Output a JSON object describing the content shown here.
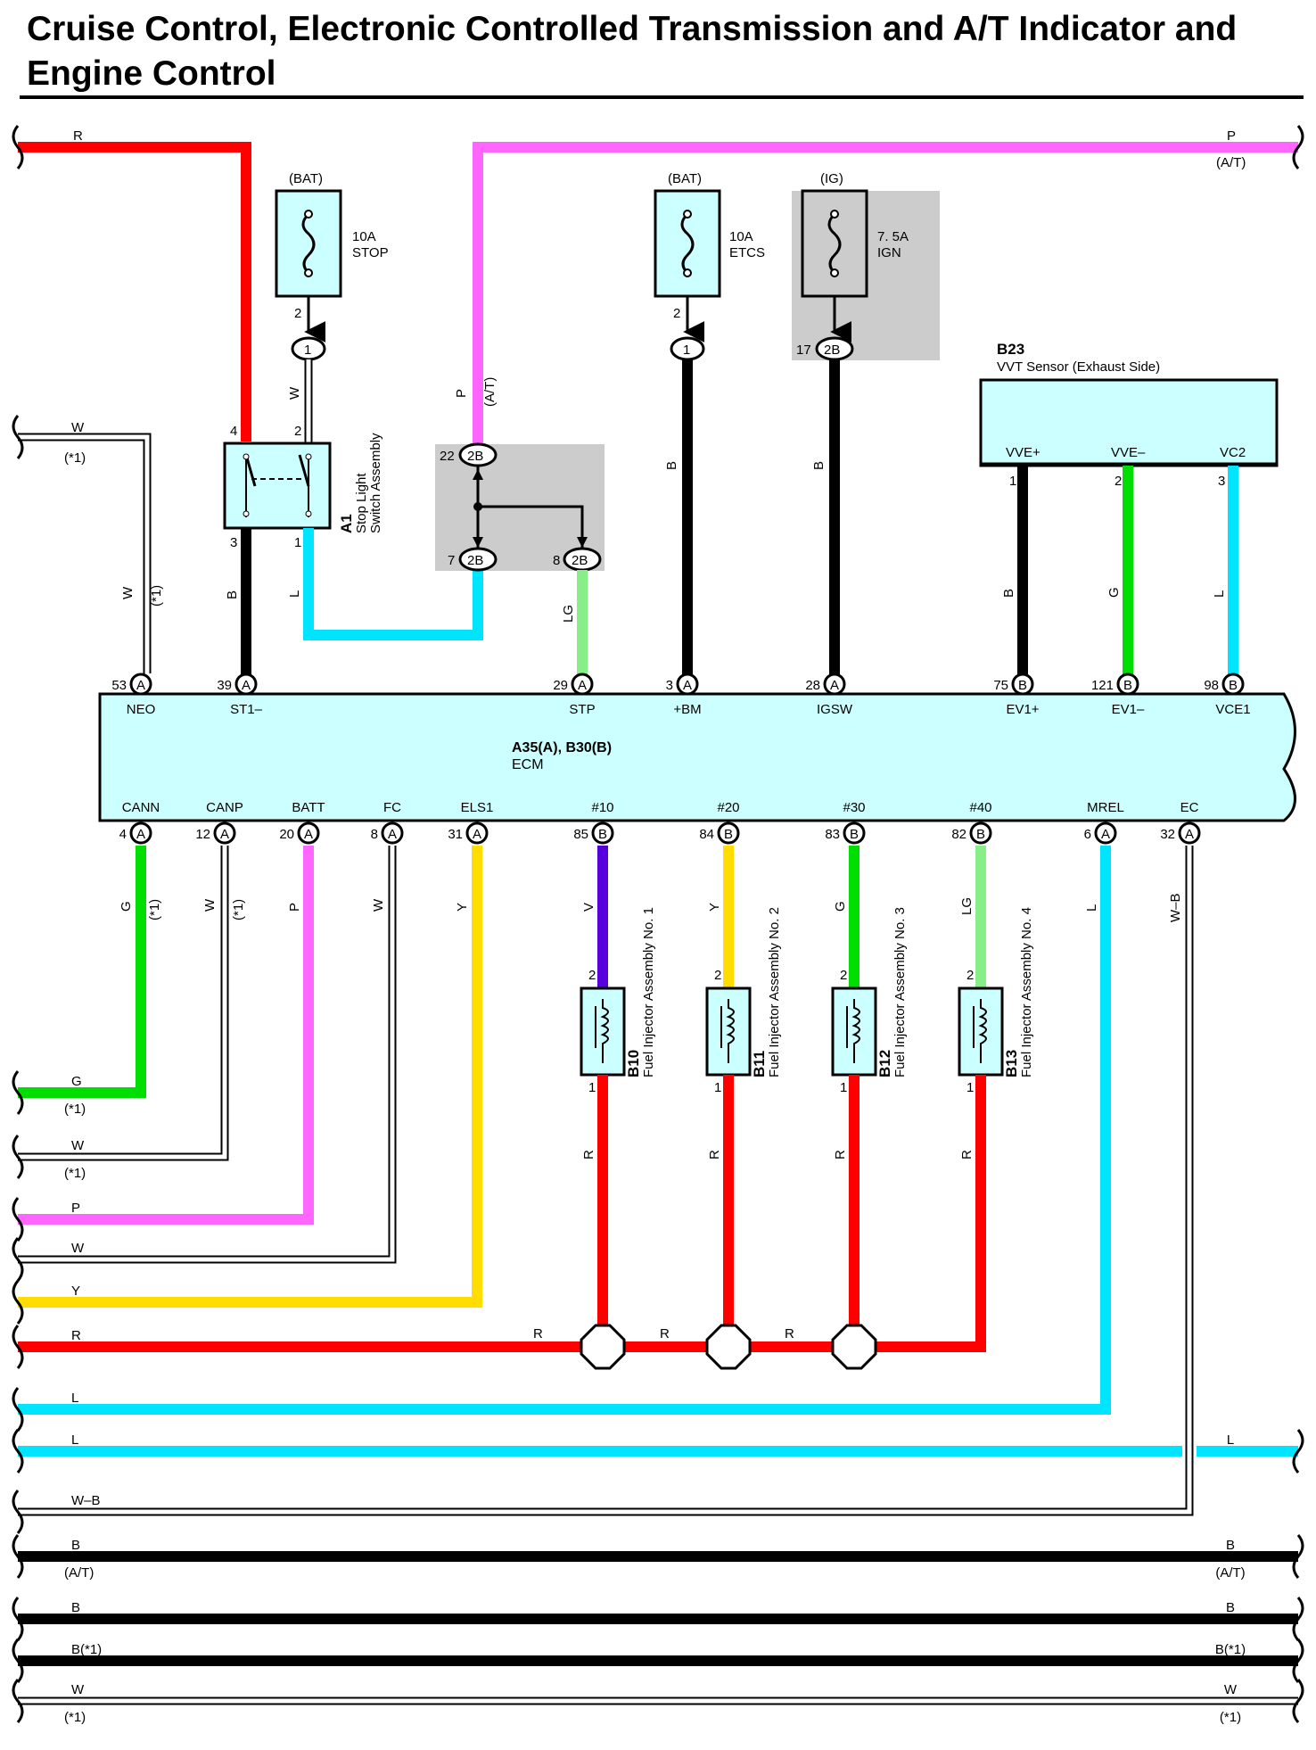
{
  "title": "Cruise Control, Electronic Controlled Transmission and A/T Indicator and Engine Control",
  "colors": {
    "R": "#ff0000",
    "P": "#ff66ff",
    "W": "#ffffff",
    "B": "#000000",
    "L": "#00e5ff",
    "G": "#00dd00",
    "LG": "#88ee88",
    "Y": "#ffdd00",
    "V": "#5500dd",
    "component_fill": "#ccffff",
    "splice_region": "#cccccc"
  },
  "top_wires": {
    "r_label": "R",
    "p_label": "P",
    "p_note": "(A/T)",
    "w_label": "W",
    "w_note": "(*1)"
  },
  "fuses": {
    "stop": {
      "source": "(BAT)",
      "rating": "10A",
      "name": "STOP",
      "pin": "2",
      "connector": "1",
      "wire": "W"
    },
    "etcs": {
      "source": "(BAT)",
      "rating": "10A",
      "name": "ETCS",
      "pin": "2",
      "connector": "1",
      "wire": "B"
    },
    "ign": {
      "source": "(IG)",
      "rating": "7. 5A",
      "name": "IGN",
      "pin": "17",
      "connector": "2B",
      "wire": "B"
    }
  },
  "stop_switch": {
    "id": "A1",
    "name": "Stop Light Switch Assembly",
    "pins": {
      "top_left": "4",
      "top_right": "2",
      "bottom_left": "3",
      "bottom_right": "1"
    },
    "wire_left": "B",
    "wire_right": "L"
  },
  "junction": {
    "wire_label": "P",
    "wire_note": "(A/T)",
    "pin_top": "22",
    "conn_top": "2B",
    "pin_bl": "7",
    "conn_bl": "2B",
    "pin_br": "8",
    "conn_br": "2B",
    "wire_out": "LG"
  },
  "vvt_sensor": {
    "id": "B23",
    "name": "VVT Sensor (Exhaust Side)",
    "pins": [
      {
        "name": "VVE+",
        "num": "1",
        "wire": "B"
      },
      {
        "name": "VVE–",
        "num": "2",
        "wire": "G"
      },
      {
        "name": "VC2",
        "num": "3",
        "wire": "L"
      }
    ]
  },
  "ecm": {
    "id": "A35(A), B30(B)",
    "name": "ECM",
    "left_wire": {
      "label": "W",
      "note": "(*1)"
    },
    "top_pins": [
      {
        "num": "53",
        "conn": "A",
        "name": "NEO"
      },
      {
        "num": "39",
        "conn": "A",
        "name": "ST1–"
      },
      {
        "num": "29",
        "conn": "A",
        "name": "STP"
      },
      {
        "num": "3",
        "conn": "A",
        "name": "+BM"
      },
      {
        "num": "28",
        "conn": "A",
        "name": "IGSW"
      },
      {
        "num": "75",
        "conn": "B",
        "name": "EV1+"
      },
      {
        "num": "121",
        "conn": "B",
        "name": "EV1–"
      },
      {
        "num": "98",
        "conn": "B",
        "name": "VCE1"
      }
    ],
    "bottom_pins": [
      {
        "num": "4",
        "conn": "A",
        "name": "CANN",
        "wire": "G",
        "note": "(*1)"
      },
      {
        "num": "12",
        "conn": "A",
        "name": "CANP",
        "wire": "W",
        "note": "(*1)"
      },
      {
        "num": "20",
        "conn": "A",
        "name": "BATT",
        "wire": "P",
        "note": ""
      },
      {
        "num": "8",
        "conn": "A",
        "name": "FC",
        "wire": "W",
        "note": ""
      },
      {
        "num": "31",
        "conn": "A",
        "name": "ELS1",
        "wire": "Y",
        "note": ""
      },
      {
        "num": "85",
        "conn": "B",
        "name": "#10",
        "wire": "V",
        "note": ""
      },
      {
        "num": "84",
        "conn": "B",
        "name": "#20",
        "wire": "Y",
        "note": ""
      },
      {
        "num": "83",
        "conn": "B",
        "name": "#30",
        "wire": "G",
        "note": ""
      },
      {
        "num": "82",
        "conn": "B",
        "name": "#40",
        "wire": "LG",
        "note": ""
      },
      {
        "num": "6",
        "conn": "A",
        "name": "MREL",
        "wire": "L",
        "note": ""
      },
      {
        "num": "32",
        "conn": "A",
        "name": "EC",
        "wire": "W–B",
        "note": ""
      }
    ]
  },
  "injectors": [
    {
      "id": "B10",
      "name": "Fuel Injector Assembly No. 1",
      "pin_top": "2",
      "pin_bottom": "1",
      "wire": "R"
    },
    {
      "id": "B11",
      "name": "Fuel Injector Assembly No. 2",
      "pin_top": "2",
      "pin_bottom": "1",
      "wire": "R"
    },
    {
      "id": "B12",
      "name": "Fuel Injector Assembly No. 3",
      "pin_top": "2",
      "pin_bottom": "1",
      "wire": "R"
    },
    {
      "id": "B13",
      "name": "Fuel Injector Assembly No. 4",
      "pin_top": "2",
      "pin_bottom": "1",
      "wire": "R"
    }
  ],
  "bottom_bus": [
    {
      "label": "G",
      "note": "(*1)"
    },
    {
      "label": "W",
      "note": "(*1)"
    },
    {
      "label": "P",
      "note": ""
    },
    {
      "label": "W",
      "note": ""
    },
    {
      "label": "Y",
      "note": ""
    },
    {
      "label": "R",
      "note": ""
    },
    {
      "label": "L",
      "note": ""
    },
    {
      "label": "L",
      "note": "",
      "right_label": "L"
    },
    {
      "label": "W–B",
      "note": ""
    },
    {
      "label": "B",
      "note": "(A/T)",
      "right_label": "B",
      "right_note": "(A/T)"
    },
    {
      "label": "B",
      "note": "",
      "right_label": "B",
      "right_note": ""
    },
    {
      "label": "B(*1)",
      "note": "",
      "right_label": "B(*1)",
      "right_note": ""
    },
    {
      "label": "W",
      "note": "(*1)",
      "right_label": "W",
      "right_note": "(*1)"
    }
  ],
  "splice_labels": [
    "R",
    "R",
    "R"
  ]
}
